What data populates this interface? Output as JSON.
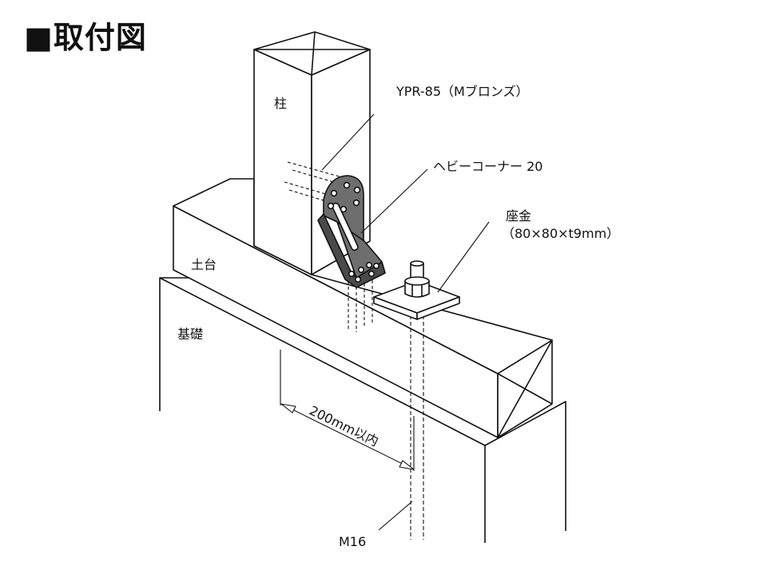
{
  "title": "■取付図",
  "labels": {
    "pillar": "柱",
    "sill": "土台",
    "foundation": "基礎",
    "product": "YPR-85（Mブロンズ）",
    "corner": "ヘビーコーナー 20",
    "washer_name": "座金",
    "washer_size": "（80×80×t9mm）",
    "distance": "200mm以内",
    "bolt": "M16"
  },
  "colors": {
    "line": "#111111",
    "metal": "#6e6e6e",
    "metal_dark": "#4a4a4a",
    "face": "#ffffff"
  }
}
